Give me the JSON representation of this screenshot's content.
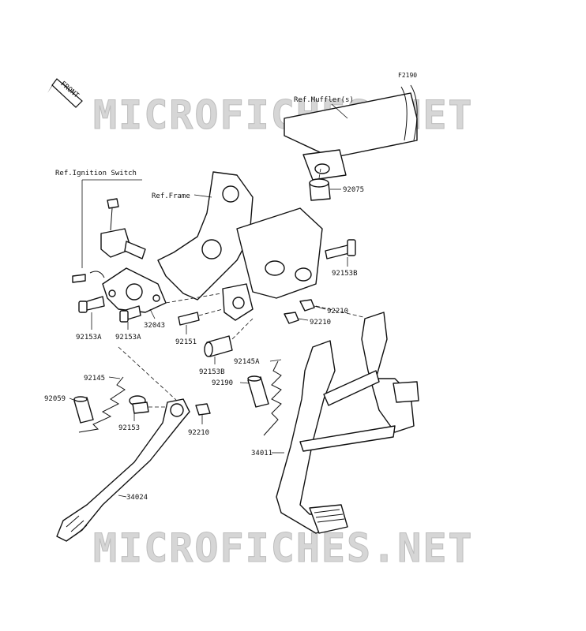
{
  "figure_code": "F2190",
  "watermark": "MICROFICHES.NET",
  "front_label": "FRONT",
  "refs": {
    "muffler": "Ref.Muffler(s)",
    "ignition": "Ref.Ignition Switch",
    "frame": "Ref.Frame"
  },
  "callouts": [
    {
      "id": "92075",
      "label": "92075"
    },
    {
      "id": "92153B_upper",
      "label": "92153B"
    },
    {
      "id": "92210_a",
      "label": "92210"
    },
    {
      "id": "92210_b",
      "label": "92210"
    },
    {
      "id": "92153A_left",
      "label": "92153A"
    },
    {
      "id": "92153A_mid",
      "label": "92153A"
    },
    {
      "id": "32043",
      "label": "32043"
    },
    {
      "id": "92151",
      "label": "92151"
    },
    {
      "id": "92153B_lower",
      "label": "92153B"
    },
    {
      "id": "92145A",
      "label": "92145A"
    },
    {
      "id": "92190",
      "label": "92190"
    },
    {
      "id": "92145",
      "label": "92145"
    },
    {
      "id": "92059",
      "label": "92059"
    },
    {
      "id": "92153",
      "label": "92153"
    },
    {
      "id": "92210_c",
      "label": "92210"
    },
    {
      "id": "34011",
      "label": "34011"
    },
    {
      "id": "34024",
      "label": "34024"
    }
  ]
}
